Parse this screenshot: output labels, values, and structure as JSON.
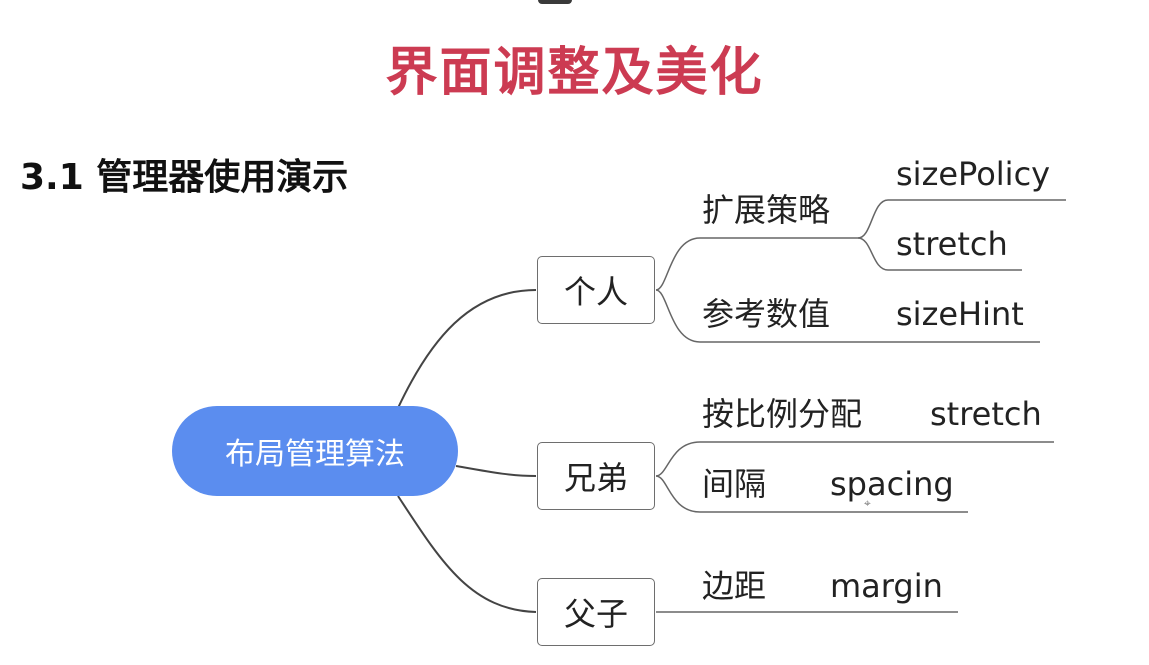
{
  "title": "界面调整及美化",
  "section": "3.1 管理器使用演示",
  "mindmap": {
    "root": "布局管理算法",
    "branches": [
      {
        "label": "个人",
        "children": [
          {
            "label": "扩展策略",
            "children": [
              "sizePolicy",
              "stretch"
            ]
          },
          {
            "label": "参考数值",
            "children": [
              "sizeHint"
            ]
          }
        ]
      },
      {
        "label": "兄弟",
        "children": [
          {
            "label": "按比例分配",
            "children": [
              "stretch"
            ]
          },
          {
            "label": "间隔",
            "children": [
              "spacing"
            ]
          }
        ]
      },
      {
        "label": "父子",
        "children": [
          {
            "label": "边距",
            "children": [
              "margin"
            ]
          }
        ]
      }
    ]
  },
  "colors": {
    "title": "#cc3b52",
    "root_fill": "#5b8def",
    "connector": "#444444",
    "underline": "#bbbbbb"
  }
}
